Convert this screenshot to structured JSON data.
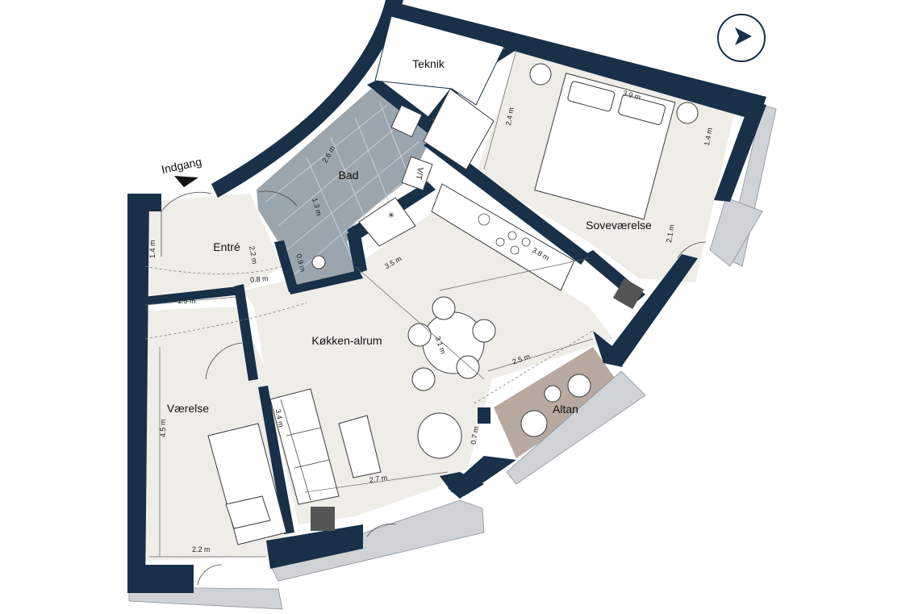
{
  "rooms": {
    "teknik": "Teknik",
    "bad": "Bad",
    "entre": "Entré",
    "sovevaerelse": "Soveværelse",
    "koekken_alrum": "Køkken-alrum",
    "vaerelse": "Værelse",
    "altan": "Altan"
  },
  "entrance_label": "Indgang",
  "vt_label": "V/T",
  "dimensions": {
    "bed_width": "3.9 m",
    "bedroom_left": "2.4 m",
    "bedroom_right": "1.4 m",
    "bedroom_lower": "2.1 m",
    "bath_26": "2.6 m",
    "bath_13": "1.3 m",
    "bath_09": "0.9 m",
    "hall_22": "2.2 m",
    "hall_14": "1.4 m",
    "hall_08": "0.8 m",
    "kitchen_35": "3.5 m",
    "kitchen_38": "3.8 m",
    "dining_31": "3.1 m",
    "balcony_25": "2.5 m",
    "room_15": "1.5 m",
    "room_45": "4.5 m",
    "room_22": "2.2 m",
    "living_34": "3.4 m",
    "living_27": "2.7 m",
    "living_07": "0.7 m"
  },
  "colors": {
    "wall": "#183048",
    "floor": "#efede8",
    "bathroom": "#9aa5ad",
    "balcony": "#b7a9a0"
  },
  "icons": [
    "compass-north-icon",
    "entrance-arrow-icon"
  ]
}
